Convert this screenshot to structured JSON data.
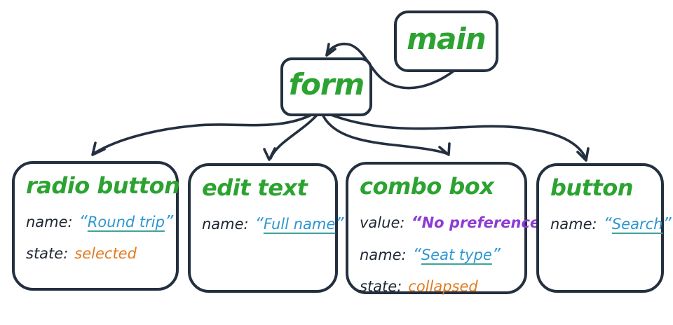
{
  "glyphs": {
    "quote_open": "“",
    "quote_close": "”"
  },
  "colors": {
    "ink": "#243040",
    "role_green": "#2ca331",
    "name_blue": "#2d96d3",
    "underline_teal": "#3fa29b",
    "state_orange": "#e07a1f",
    "value_purple": "#8d3bd6",
    "label_dark": "#1e2633",
    "background": "#ffffff"
  },
  "nodes": {
    "main": {
      "label": "main"
    },
    "form": {
      "label": "form"
    },
    "radio_button": {
      "title": "radio button",
      "props": [
        {
          "key": "name:",
          "value": "Round trip"
        },
        {
          "key": "state:",
          "value": "selected"
        }
      ]
    },
    "edit_text": {
      "title": "edit text",
      "props": [
        {
          "key": "name:",
          "value": "Full name"
        }
      ]
    },
    "combo_box": {
      "title": "combo box",
      "props": [
        {
          "key": "value:",
          "value": "No preference"
        },
        {
          "key": "name:",
          "value": "Seat type"
        },
        {
          "key": "state:",
          "value": "collapsed"
        }
      ]
    },
    "button": {
      "title": "button",
      "props": [
        {
          "key": "name:",
          "value": "Search"
        }
      ]
    }
  },
  "edges": [
    {
      "from": "main",
      "to": "form"
    },
    {
      "from": "form",
      "to": "radio button"
    },
    {
      "from": "form",
      "to": "edit text"
    },
    {
      "from": "form",
      "to": "combo box"
    },
    {
      "from": "form",
      "to": "button"
    }
  ]
}
